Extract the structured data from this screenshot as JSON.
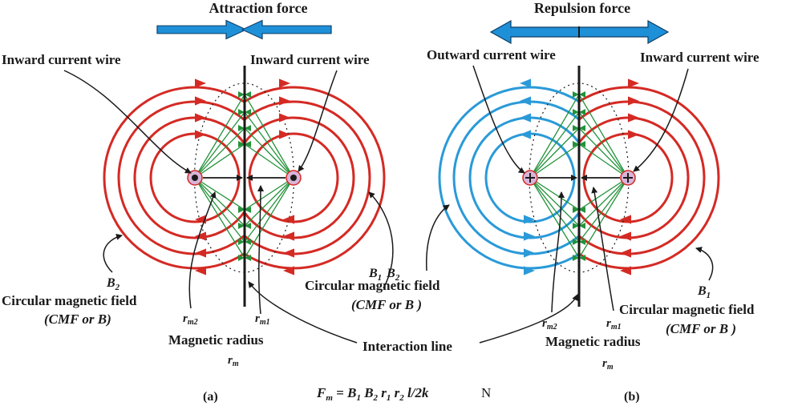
{
  "panel_a": {
    "force_title": "Attraction force",
    "left_wire": "Inward  current wire",
    "right_wire": "Inward current wire",
    "b2_label": "B",
    "b2_sub": "2",
    "cmf_label": "Circular magnetic field",
    "cmf_sub": "(CMF or B)",
    "b1b2_label_b1": "B",
    "b1b2_sub1": "1",
    "b1b2_label_b2": "B",
    "b1b2_sub2": "2",
    "cmf_right": "Circular magnetic field",
    "cmf_right_sub": "(CMF or B )",
    "rm2": "r",
    "rm2_sub": "m2",
    "rm1": "r",
    "rm1_sub": "m1",
    "radius_label": "Magnetic radius",
    "rm": "r",
    "rm_sub": "m",
    "caption": "(a)"
  },
  "panel_b": {
    "force_title": "Repulsion force",
    "left_wire": "Outward current wire",
    "right_wire": "Inward current wire",
    "b1_label": "B",
    "b1_sub": "1",
    "cmf_label": "Circular magnetic field",
    "cmf_sub": "(CMF or B )",
    "rm2": "r",
    "rm2_sub": "m2",
    "rm1": "r",
    "rm1_sub": "m1",
    "radius_label": "Magnetic radius",
    "rm": "r",
    "rm_sub": "m",
    "caption": "(b)"
  },
  "interaction_line": "Interaction line",
  "formula": {
    "f": "F",
    "f_sub": "m",
    "eq": " = B",
    "s1": "1",
    "b2": " B",
    "s2": "2",
    "r1": " r",
    "s3": "1",
    "r2": " r",
    "s4": "2",
    "rest": " l/2k",
    "unit": "N"
  },
  "colors": {
    "red": "#d42a24",
    "blue": "#2a9ad8",
    "green": "#23923a",
    "arrow_blue": "#1e90d8",
    "black": "#1a1a1a"
  }
}
